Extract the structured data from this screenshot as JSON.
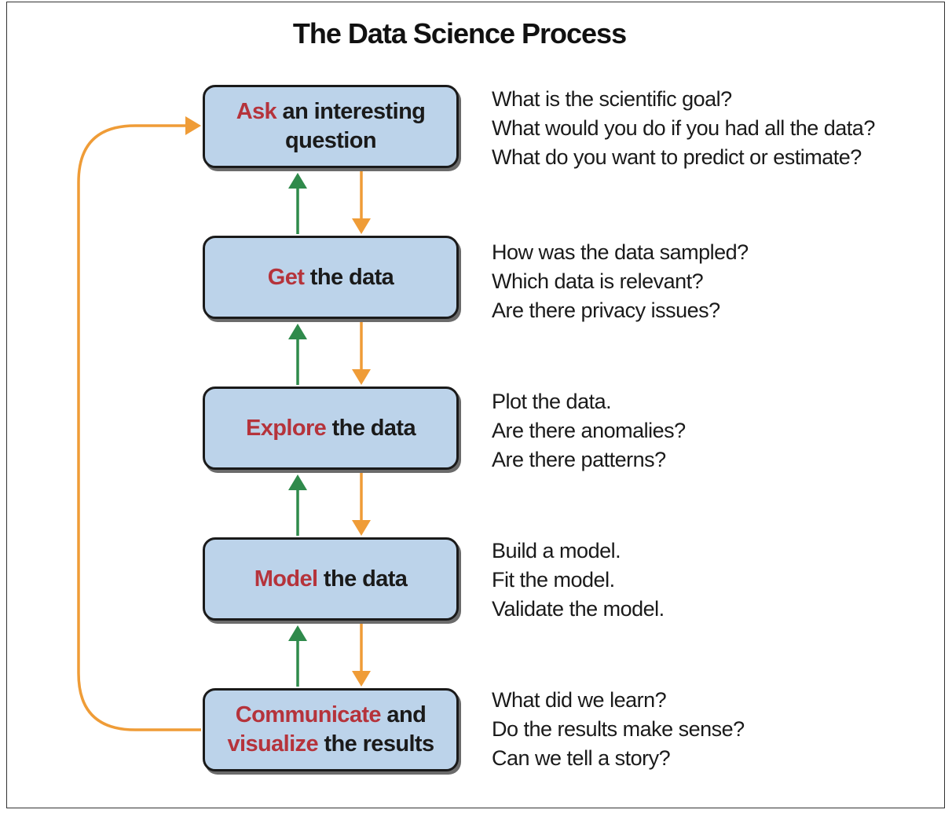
{
  "title": "The Data Science Process",
  "colors": {
    "box_fill": "#bcd3ea",
    "box_border": "#1a1a1a",
    "keyword": "#b5333b",
    "forward_arrow": "#ef9c37",
    "back_arrow": "#2f8a4b"
  },
  "steps": [
    {
      "keyword": "Ask",
      "rest": " an interesting",
      "line2_keyword": "",
      "line2_rest": "question",
      "questions": [
        "What is the scientific goal?",
        "What would you do if you had all the data?",
        "What do you want to predict or estimate?"
      ]
    },
    {
      "keyword": "Get",
      "rest": " the data",
      "line2_keyword": "",
      "line2_rest": "",
      "questions": [
        "How was the data sampled?",
        "Which data is relevant?",
        "Are there privacy issues?"
      ]
    },
    {
      "keyword": "Explore",
      "rest": " the data",
      "line2_keyword": "",
      "line2_rest": "",
      "questions": [
        "Plot the data.",
        "Are there anomalies?",
        "Are there patterns?"
      ]
    },
    {
      "keyword": "Model",
      "rest": " the data",
      "line2_keyword": "",
      "line2_rest": "",
      "questions": [
        "Build a model.",
        "Fit the model.",
        "Validate the model."
      ]
    },
    {
      "keyword": "Communicate",
      "rest": " and",
      "line2_keyword": "visualize",
      "line2_rest": " the results",
      "questions": [
        "What did we learn?",
        "Do the results make sense?",
        "Can we tell a story?"
      ]
    }
  ]
}
